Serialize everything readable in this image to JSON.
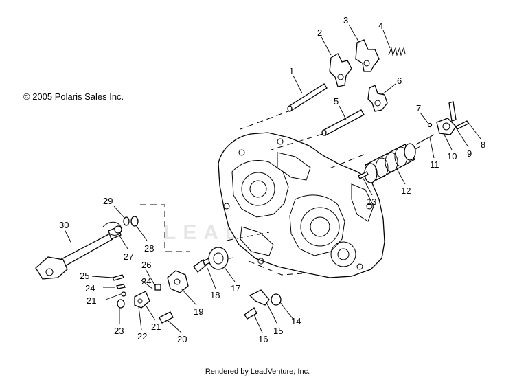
{
  "copyright": "© 2005 Polaris Sales Inc.",
  "footer": "Rendered by LeadVenture, Inc.",
  "watermark": "LEADV",
  "callouts": [
    "1",
    "2",
    "3",
    "4",
    "5",
    "6",
    "7",
    "8",
    "9",
    "10",
    "11",
    "12",
    "13",
    "14",
    "15",
    "16",
    "17",
    "18",
    "19",
    "20",
    "21",
    "21",
    "22",
    "23",
    "24",
    "24",
    "25",
    "26",
    "27",
    "28",
    "29",
    "30"
  ]
}
